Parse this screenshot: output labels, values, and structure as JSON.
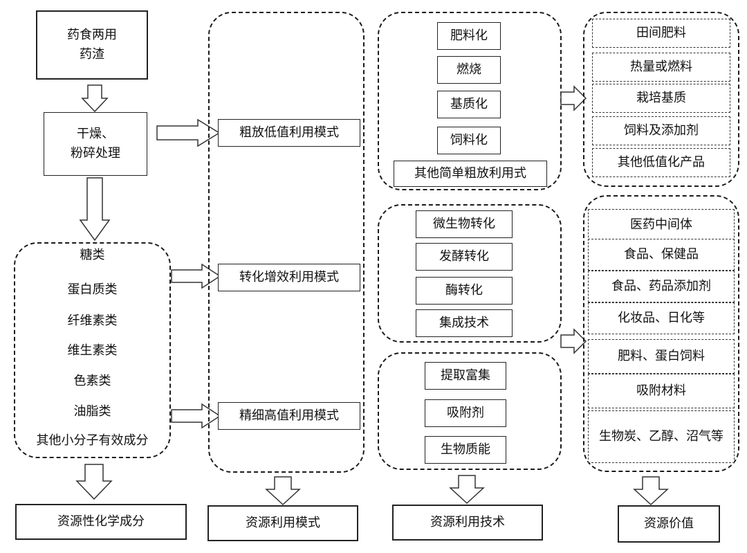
{
  "column1": {
    "source": "药食两用\n药渣",
    "process": "干燥、\n粉碎处理",
    "components": [
      "糖类",
      "蛋白质类",
      "纤维素类",
      "维生素类",
      "色素类",
      "油脂类",
      "其他小分子有效成分"
    ],
    "footer": "资源性化学成分"
  },
  "column2": {
    "modes": [
      "粗放低值利用模式",
      "转化增效利用模式",
      "精细高值利用模式"
    ],
    "footer": "资源利用模式"
  },
  "column3": {
    "group1": [
      "肥料化",
      "燃烧",
      "基质化",
      "饲料化",
      "其他简单粗放利用式"
    ],
    "group2": [
      "微生物转化",
      "发酵转化",
      "酶转化",
      "集成技术"
    ],
    "group3": [
      "提取富集",
      "吸附剂",
      "生物质能"
    ],
    "footer": "资源利用技术"
  },
  "column4": {
    "group1": [
      "田间肥料",
      "热量或燃料",
      "栽培基质",
      "饲料及添加剂",
      "其他低值化产品"
    ],
    "group2": [
      "医药中间体",
      "食品、保健品",
      "食品、药品添加剂",
      "化妆品、日化等",
      "肥料、蛋白饲料",
      "吸附材料",
      "生物炭、乙醇、沼气等"
    ],
    "footer": "资源价值"
  }
}
